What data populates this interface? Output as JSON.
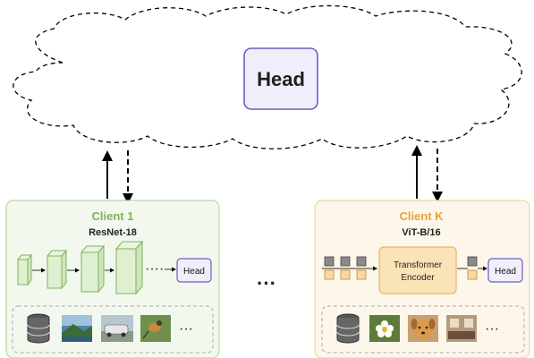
{
  "server": {
    "head_label": "Head"
  },
  "client1": {
    "title": "Client 1",
    "model": "ResNet-18",
    "head_label": "Head",
    "ellipsis": "····",
    "data_ellipsis": "···",
    "color": "#7cb35c"
  },
  "client_k": {
    "title": "Client K",
    "model": "ViT-B/16",
    "encoder_line1": "Transformer",
    "encoder_line2": "Encoder",
    "head_label": "Head",
    "data_ellipsis": "···",
    "color": "#e8a23c"
  },
  "between_clients": "···"
}
